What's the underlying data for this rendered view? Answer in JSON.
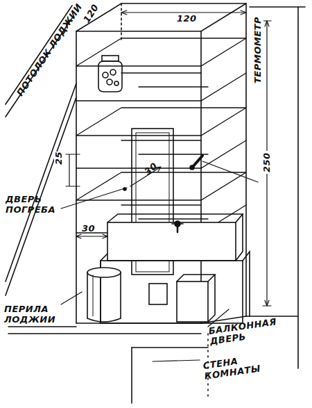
{
  "diagram": {
    "labels": [
      "120",
      "120",
      "ПОТОЛОК ЛОДЖИИ",
      "ТЕРМОМЕТР",
      "250",
      "25",
      "30",
      "ДВЕРЬ ПОГРЕБА",
      "30",
      "ПЕРИЛА ЛОДЖИИ",
      "БАЛКОННАЯ ДВЕРЬ",
      "СТЕНА КОМНАТЫ"
    ]
  }
}
